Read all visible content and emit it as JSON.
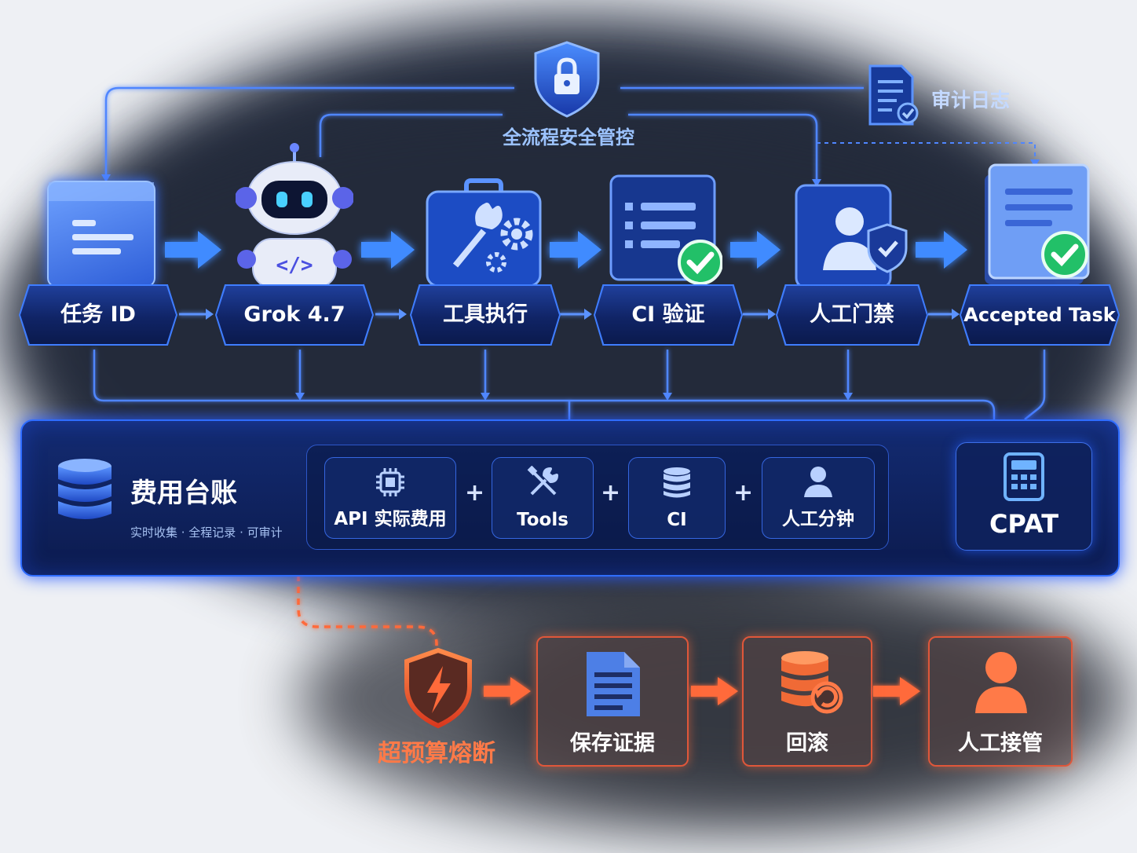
{
  "security": {
    "label": "全流程安全管控"
  },
  "audit": {
    "label": "审计日志"
  },
  "stages": [
    {
      "label": "任务 ID"
    },
    {
      "label": "Grok 4.7"
    },
    {
      "label": "工具执行"
    },
    {
      "label": "CI 验证"
    },
    {
      "label": "人工门禁"
    },
    {
      "label": "Accepted Task"
    }
  ],
  "robot_icon_text": "</>",
  "ledger": {
    "title": "费用台账",
    "subtitle": "实时收集 · 全程记录 · 可审计",
    "items": [
      {
        "label": "API 实际费用"
      },
      {
        "label": "Tools"
      },
      {
        "label": "CI"
      },
      {
        "label": "人工分钟"
      }
    ],
    "plus": "+",
    "result": "CPAT"
  },
  "breaker": {
    "label": "超预算熔断",
    "steps": [
      {
        "label": "保存证据"
      },
      {
        "label": "回滚"
      },
      {
        "label": "人工接管"
      }
    ]
  },
  "colors": {
    "blue_accent": "#3f7dff",
    "green_check": "#22c068",
    "orange_accent": "#ff6a3a"
  }
}
